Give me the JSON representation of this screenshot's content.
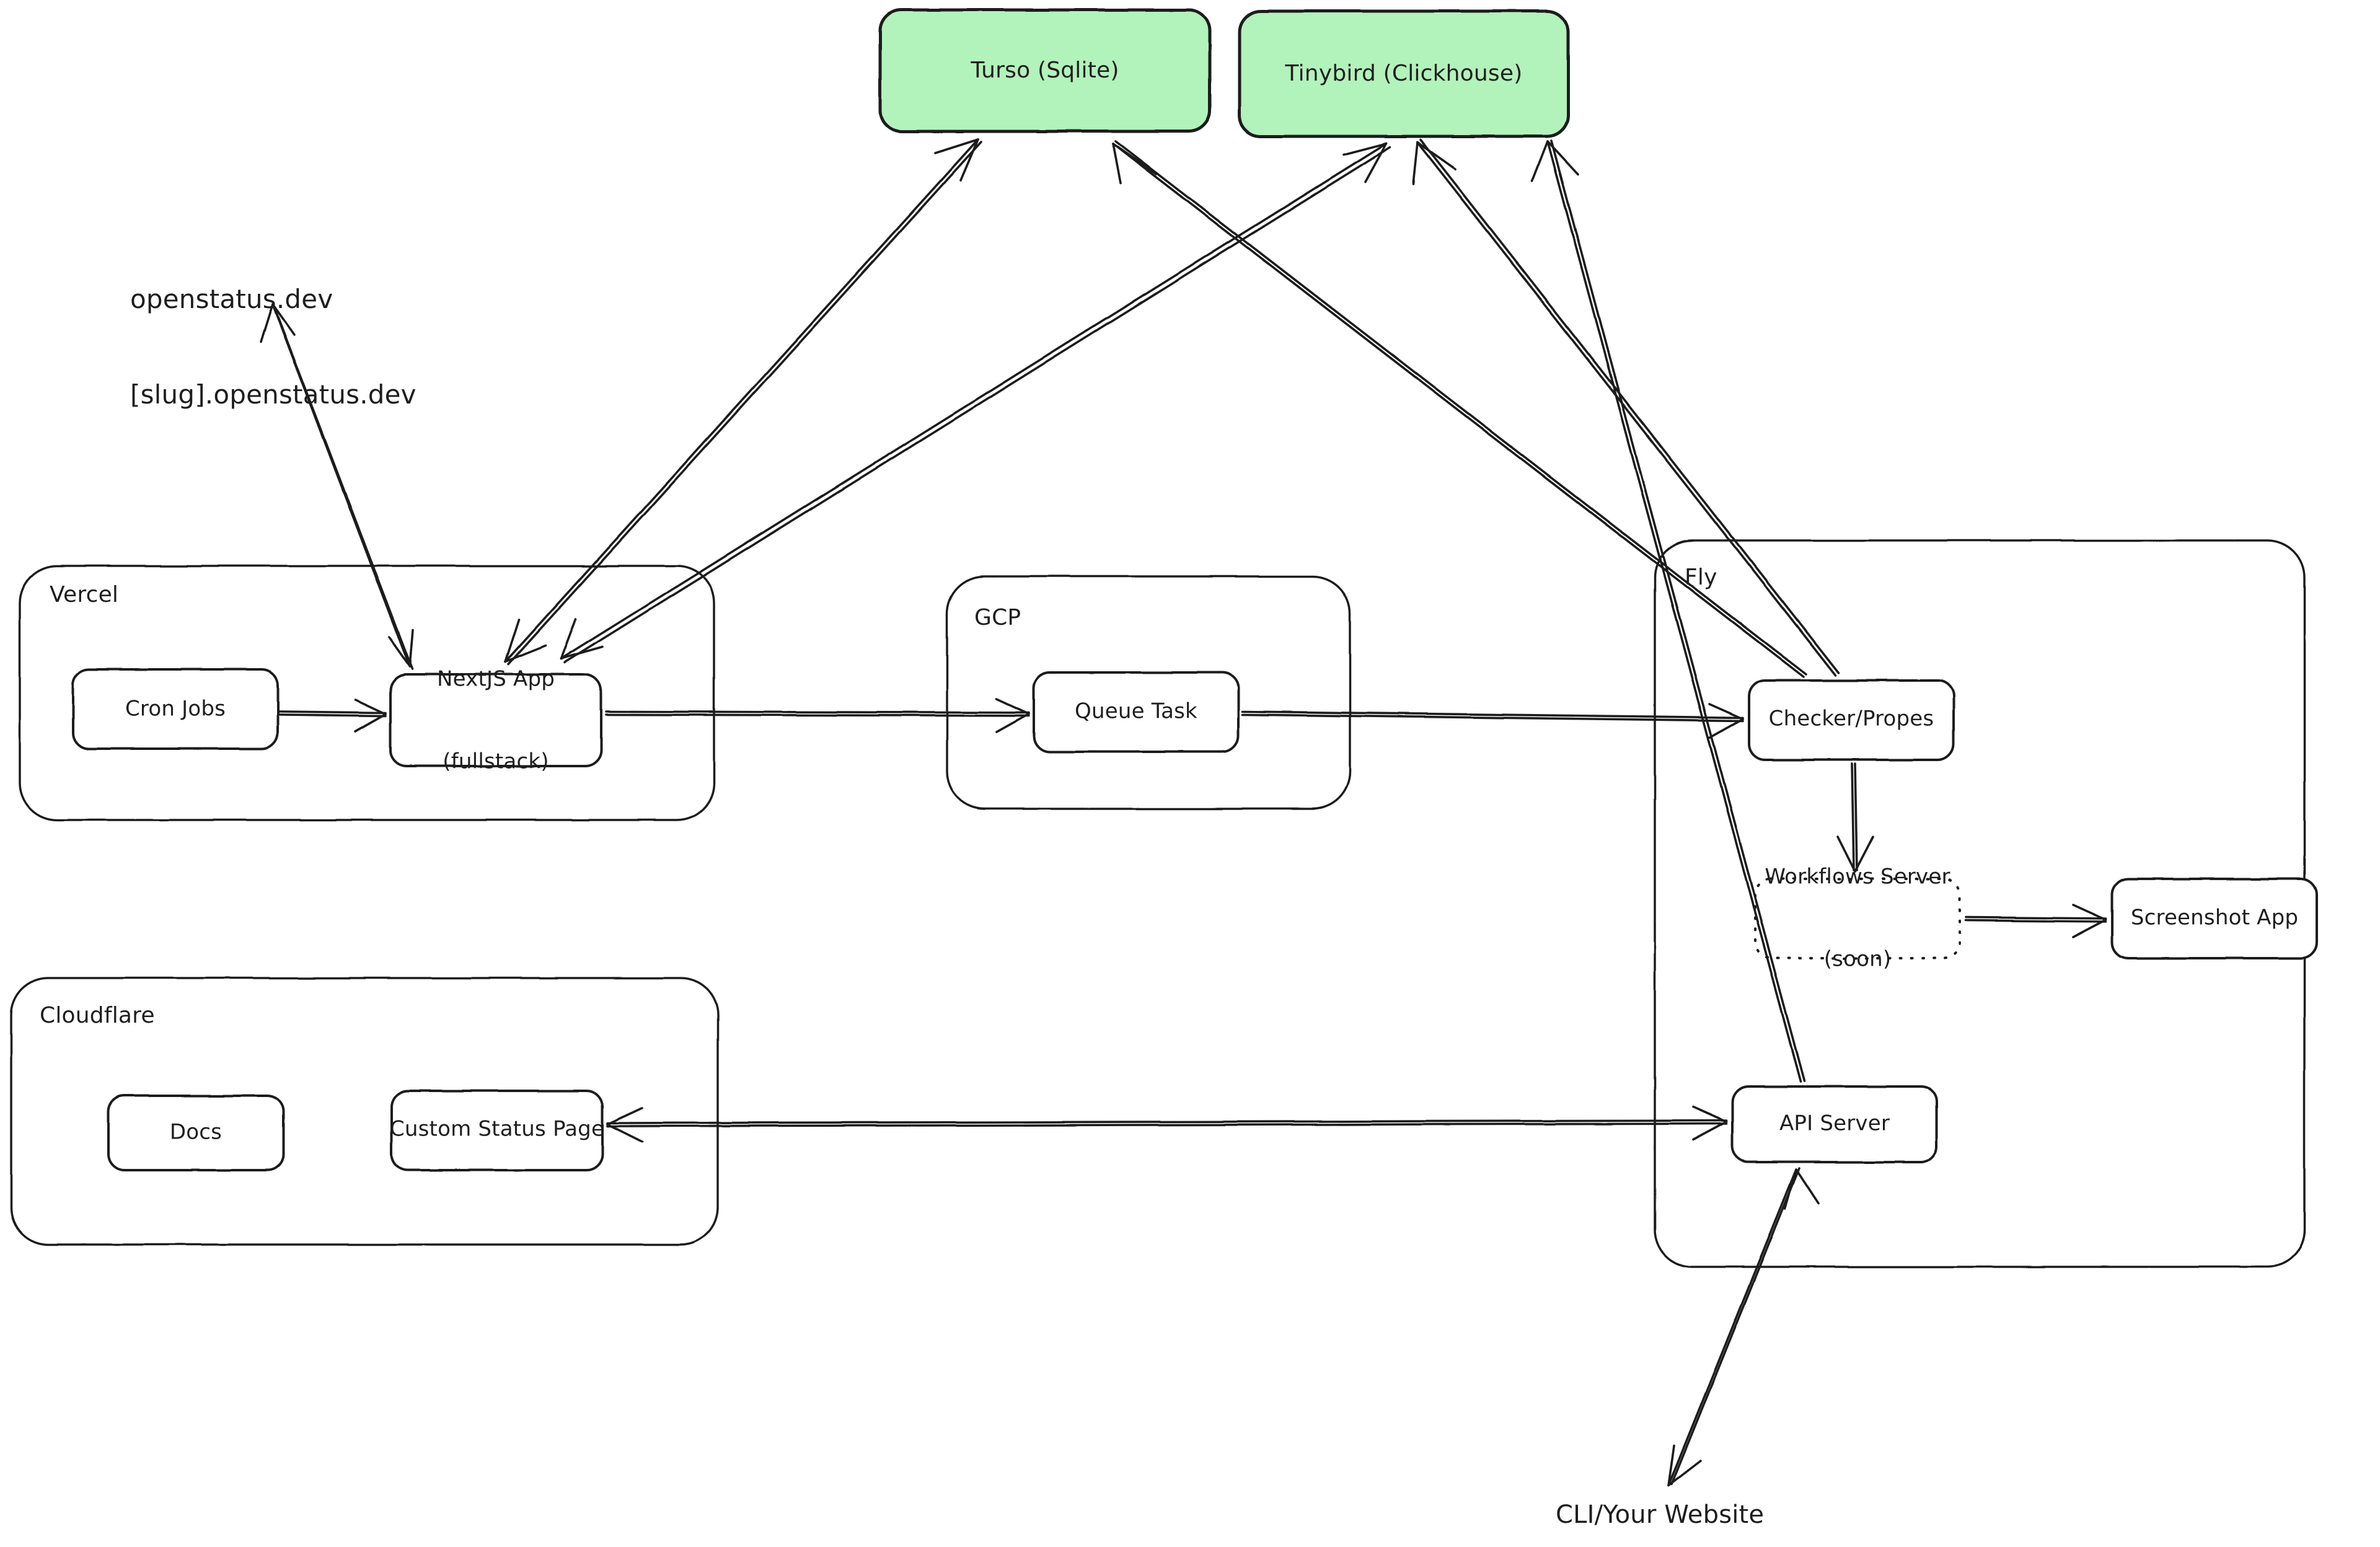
{
  "diagram": {
    "title": "OpenStatus architecture diagram",
    "background": "#ffffff",
    "stroke_color": "#1e1e1e",
    "accent_green": "#b2f2bb",
    "datastores": [
      {
        "id": "turso",
        "label": "Turso (Sqlite)",
        "fill": "#b2f2bb"
      },
      {
        "id": "tinybird",
        "label": "Tinybird (Clickhouse)",
        "fill": "#b2f2bb"
      }
    ],
    "groups": [
      {
        "id": "vercel",
        "label": "Vercel"
      },
      {
        "id": "gcp",
        "label": "GCP"
      },
      {
        "id": "fly",
        "label": "Fly"
      },
      {
        "id": "cloudflare",
        "label": "Cloudflare"
      }
    ],
    "nodes": [
      {
        "id": "cron-jobs",
        "label": "Cron Jobs",
        "group": "vercel",
        "style": "solid"
      },
      {
        "id": "nextjs-app",
        "label": "NextJS App\n(fullstack)",
        "line1": "NextJS App",
        "line2": "(fullstack)",
        "group": "vercel",
        "style": "solid"
      },
      {
        "id": "queue-task",
        "label": "Queue Task",
        "group": "gcp",
        "style": "solid"
      },
      {
        "id": "checker-probes",
        "label": "Checker/Propes",
        "group": "fly",
        "style": "solid"
      },
      {
        "id": "workflows-server",
        "label": "Workflows Server\n(soon)",
        "line1": "Workflows Server",
        "line2": "(soon)",
        "group": "fly",
        "style": "dotted"
      },
      {
        "id": "screenshot-app",
        "label": "Screenshot App",
        "group": "fly",
        "style": "solid"
      },
      {
        "id": "api-server",
        "label": "API Server",
        "group": "fly",
        "style": "solid"
      },
      {
        "id": "docs",
        "label": "Docs",
        "group": "cloudflare",
        "style": "solid"
      },
      {
        "id": "custom-status-page",
        "label": "Custom Status Page",
        "group": "cloudflare",
        "style": "solid"
      }
    ],
    "free_labels": [
      {
        "id": "domains",
        "line1": "openstatus.dev",
        "line2": "[slug].openstatus.dev"
      },
      {
        "id": "cli-client",
        "line1": "CLI/Your Website"
      }
    ],
    "edges": [
      {
        "from": "domains",
        "to": "nextjs-app",
        "direction": "both"
      },
      {
        "from": "nextjs-app",
        "to": "turso",
        "direction": "both"
      },
      {
        "from": "nextjs-app",
        "to": "tinybird",
        "direction": "both"
      },
      {
        "from": "cron-jobs",
        "to": "nextjs-app",
        "direction": "forward"
      },
      {
        "from": "nextjs-app",
        "to": "queue-task",
        "direction": "forward"
      },
      {
        "from": "queue-task",
        "to": "checker-probes",
        "direction": "forward"
      },
      {
        "from": "checker-probes",
        "to": "turso",
        "direction": "forward"
      },
      {
        "from": "checker-probes",
        "to": "tinybird",
        "direction": "forward"
      },
      {
        "from": "checker-probes",
        "to": "workflows-server",
        "direction": "forward"
      },
      {
        "from": "workflows-server",
        "to": "screenshot-app",
        "direction": "forward"
      },
      {
        "from": "api-server",
        "to": "tinybird",
        "direction": "forward"
      },
      {
        "from": "api-server",
        "to": "custom-status-page",
        "direction": "both"
      },
      {
        "from": "api-server",
        "to": "cli-client",
        "direction": "both"
      }
    ]
  }
}
